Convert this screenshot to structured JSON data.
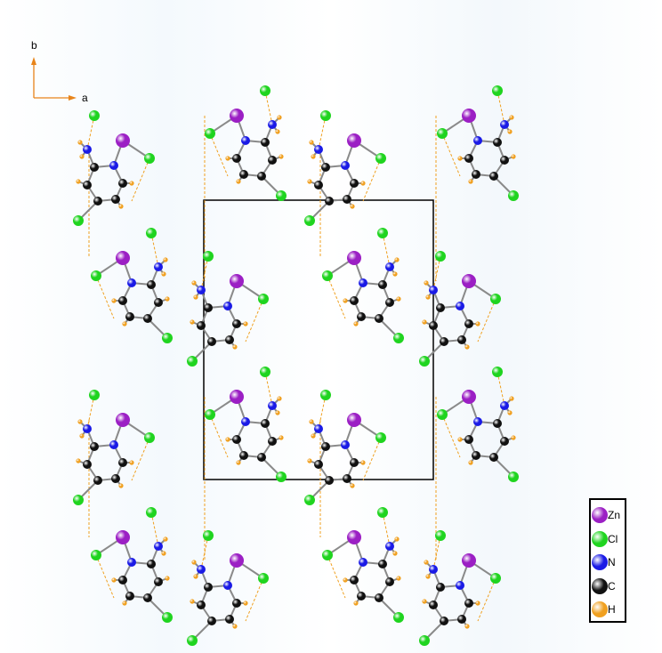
{
  "axes": {
    "b_label": "b",
    "a_label": "a",
    "color": "#e8841a"
  },
  "legend": {
    "items": [
      {
        "label": "Zn",
        "color": "#9b1fc4",
        "icon": "zn-atom-icon"
      },
      {
        "label": "Cl",
        "color": "#1fd41f",
        "icon": "cl-atom-icon"
      },
      {
        "label": "N",
        "color": "#1a1ae6",
        "icon": "n-atom-icon"
      },
      {
        "label": "C",
        "color": "#111111",
        "icon": "c-atom-icon"
      },
      {
        "label": "H",
        "color": "#f0a020",
        "icon": "h-atom-icon"
      }
    ]
  },
  "colors": {
    "bond": "#8a8a8a",
    "hbond": "#f0a020",
    "cell": "#000000"
  }
}
